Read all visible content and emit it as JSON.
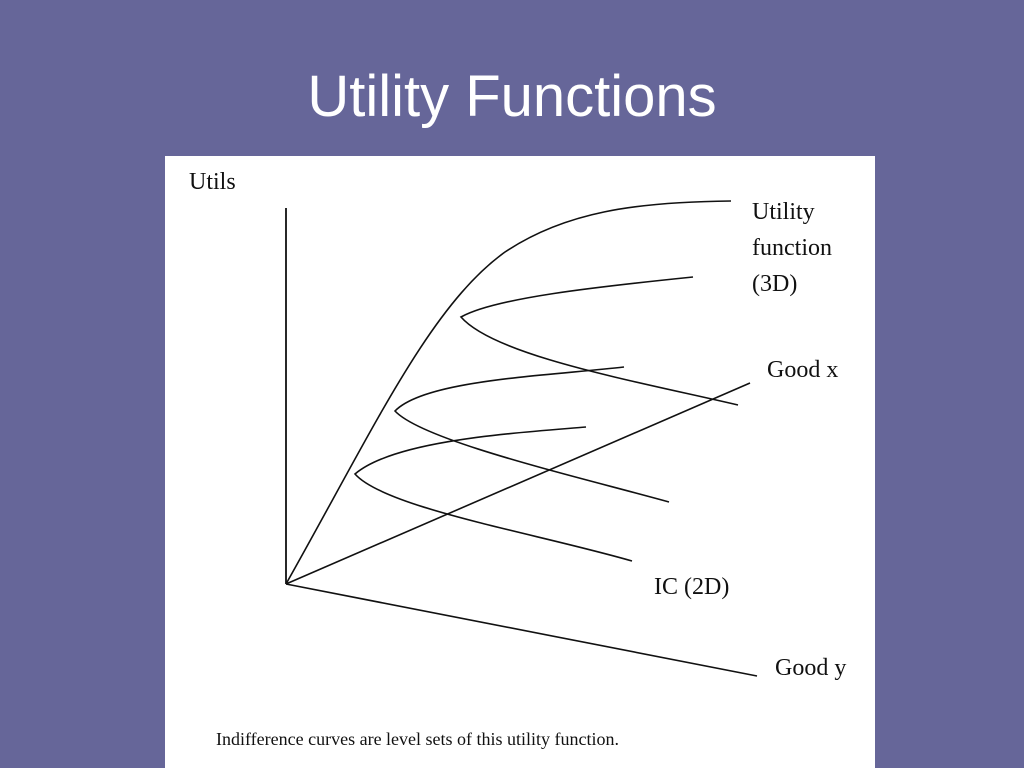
{
  "slide": {
    "title": "Utility Functions",
    "background_color": "#666699",
    "title_color": "#ffffff"
  },
  "figure": {
    "background_color": "#ffffff",
    "line_color": "#111111",
    "labels": {
      "vertical_axis": "Utils",
      "utility_function_line1": "Utility",
      "utility_function_line2": "function",
      "utility_function_line3": "(3D)",
      "good_x_axis": "Good x",
      "good_y_axis": "Good y",
      "indifference_curve": "IC (2D)"
    },
    "caption": "Indifference curves are level sets of this utility function."
  }
}
